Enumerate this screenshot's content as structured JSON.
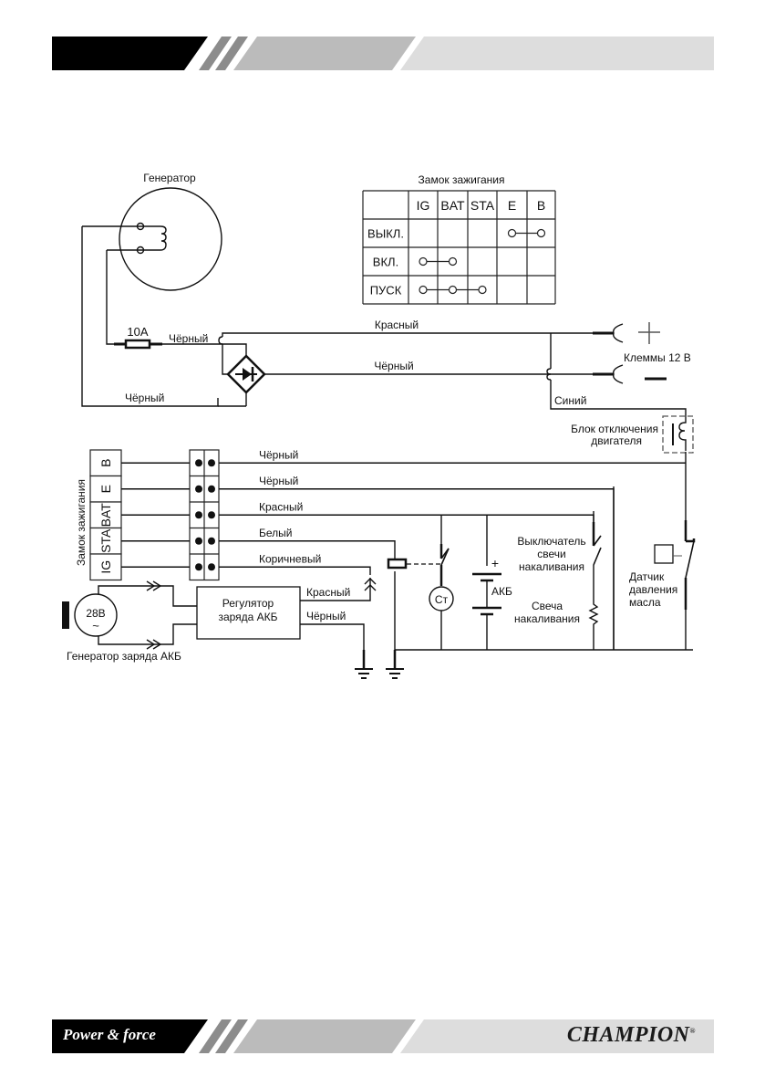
{
  "header_banner": {
    "colors": {
      "black": "#000000",
      "dark_grey": "#8c8c8c",
      "mid_grey": "#bbbbbb",
      "light_grey": "#dddddd"
    }
  },
  "footer_banner": {
    "slogan": "Power & force",
    "brand": "CHAMPION",
    "registered_mark": "®"
  },
  "diagram": {
    "generator": {
      "label": "Генератор"
    },
    "fuse": {
      "rating": "10A"
    },
    "ignition_table": {
      "title": "Замок зажигания",
      "columns": [
        "IG",
        "BAT",
        "STA",
        "E",
        "B"
      ],
      "rows": [
        {
          "label": "ВЫКЛ.",
          "connected": [
            "E",
            "B"
          ]
        },
        {
          "label": "ВКЛ.",
          "connected": [
            "IG",
            "BAT"
          ]
        },
        {
          "label": "ПУСК",
          "connected": [
            "IG",
            "BAT",
            "STA"
          ]
        }
      ]
    },
    "wires_top": {
      "fuse_out": "Чёрный",
      "red": "Красный",
      "black": "Чёрный",
      "return": "Чёрный",
      "blue": "Синий"
    },
    "terminals": {
      "label": "Клеммы 12 В",
      "plus": "+",
      "minus": "—"
    },
    "engine_stop": {
      "line1": "Блок отключения",
      "line2": "двигателя"
    },
    "ignition_switch": {
      "label": "Замок зажигания",
      "pins": [
        "B",
        "E",
        "BAT",
        "STA",
        "IG"
      ],
      "wires": [
        "Чёрный",
        "Чёрный",
        "Красный",
        "Белый",
        "Коричневый"
      ]
    },
    "glow_switch": {
      "line1": "Выключатель",
      "line2": "свечи",
      "line3": "накаливания"
    },
    "glow_plug": {
      "line1": "Свеча",
      "line2": "накаливания"
    },
    "battery": {
      "label": "АКБ",
      "plus": "+"
    },
    "starter": {
      "label": "Ст"
    },
    "oil_sensor": {
      "line1": "Датчик",
      "line2": "давления",
      "line3": "масла"
    },
    "charge_regulator": {
      "line1": "Регулятор",
      "line2": "заряда АКБ",
      "out_red": "Красный",
      "out_black": "Чёрный"
    },
    "charge_generator": {
      "voltage": "28В",
      "symbol": "~",
      "label": "Генератор заряда АКБ"
    }
  }
}
